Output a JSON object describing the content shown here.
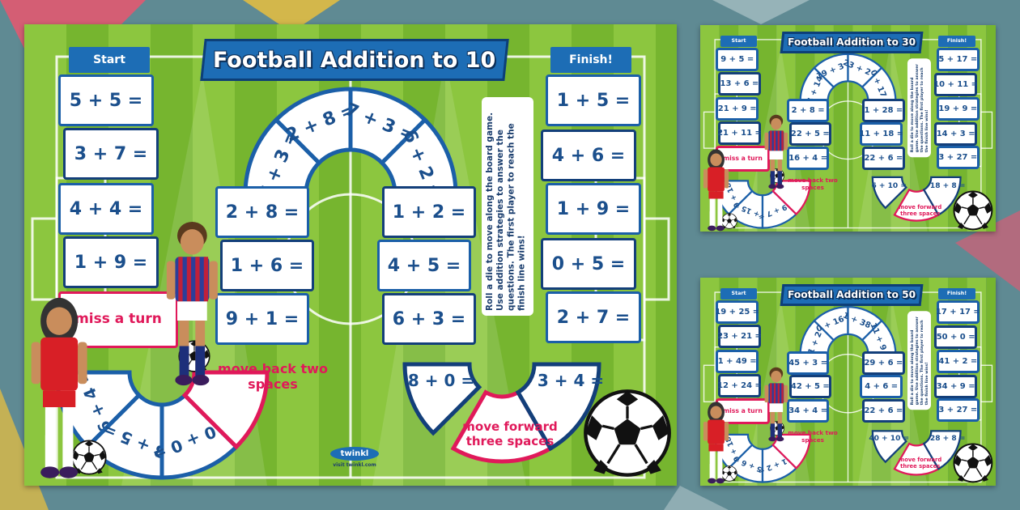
{
  "boards": [
    {
      "title": "Football Addition to 10",
      "start_label": "Start",
      "finish_label": "Finish!",
      "left_column": [
        "5 + 5 =",
        "3 + 7 =",
        "4 + 4 =",
        "1 + 9 ="
      ],
      "miss_turn": "miss a turn",
      "bottom_left_arc": [
        "6 + 4 =",
        "3 + 5 =",
        "10 + 0 ="
      ],
      "move_back": "move back two spaces",
      "middle_left_column": [
        "2 + 8 =",
        "1 + 6 =",
        "9 + 1 ="
      ],
      "top_arc": [
        "7 + 3 =",
        "2 + 8 =",
        "7 + 3 =",
        "6 + 2 ="
      ],
      "middle_right_column": [
        "1 + 2 =",
        "4 + 5 =",
        "6 + 3 ="
      ],
      "bottom_right_arc": [
        "8 + 0 =",
        "3 + 4 ="
      ],
      "move_forward": "move forward three spaces",
      "right_column": [
        "1 + 5 =",
        "4 + 6 =",
        "1 + 9 =",
        "0 + 5 =",
        "2 + 7 ="
      ],
      "instructions": "Roll a die to move along the board game. Use addition strategies to answer the questions. The first player to reach the finish line wins!",
      "logo_text": "twinkl",
      "logo_url": "visit twinkl.com"
    },
    {
      "title": "Football Addition to 30",
      "start_label": "Start",
      "finish_label": "Finish!",
      "left_column": [
        "9 + 5 =",
        "13 + 6 =",
        "21 + 9 =",
        "21 + 11 ="
      ],
      "miss_turn": "miss a turn",
      "bottom_left_arc": [
        "10 + 18 =",
        "5 + 15 =",
        "19 + 7 ="
      ],
      "move_back": "move back two spaces",
      "middle_left_column": [
        "2 + 8 =",
        "22 + 5 =",
        "16 + 4 ="
      ],
      "top_arc": [
        "14 + 14 =",
        "19 + 3 =",
        "23 + 2 =",
        "0 + 17 ="
      ],
      "middle_right_column": [
        "1 + 28 =",
        "11 + 18 =",
        "22 + 6 ="
      ],
      "bottom_right_arc": [
        "6 + 10 =",
        "18 + 8 ="
      ],
      "move_forward": "move forward three spaces",
      "right_column": [
        "5 + 17 =",
        "10 + 11 =",
        "19 + 9 =",
        "14 + 3 =",
        "3 + 27 ="
      ],
      "instructions": "Roll a die to move along the board game. Use addition strategies to answer the questions. The first player to reach the finish line wins!"
    },
    {
      "title": "Football Addition to 50",
      "start_label": "Start",
      "finish_label": "Finish!",
      "left_column": [
        "19 + 25 =",
        "23 + 21 =",
        "1 + 49 =",
        "12 + 24 ="
      ],
      "miss_turn": "miss a turn",
      "bottom_left_arc": [
        "10 + 18 =",
        "15 + 6 =",
        "11 + 2 ="
      ],
      "move_back": "move back two spaces",
      "middle_left_column": [
        "45 + 3 =",
        "42 + 5 =",
        "34 + 4 ="
      ],
      "top_arc": [
        "31 + 2 =",
        "0 + 16 =",
        "1 + 38 =",
        "11 + 9 ="
      ],
      "middle_right_column": [
        "29 + 6 =",
        "4 + 6 =",
        "22 + 6 ="
      ],
      "bottom_right_arc": [
        "40 + 10 =",
        "28 + 8 ="
      ],
      "move_forward": "move forward three spaces",
      "right_column": [
        "17 + 17 =",
        "50 + 0 =",
        "41 + 2 =",
        "34 + 9 =",
        "3 + 27 ="
      ],
      "instructions": "Roll a die to move along the board game. Use addition strategies to answer the questions. The first player to reach the finish line wins!"
    }
  ],
  "colors": {
    "background": "#5f8a93",
    "grass_light": "#8cc63f",
    "grass_dark": "#76b52f",
    "square_border": "#1b5fa8",
    "text_blue": "#1b4f8c",
    "special_pink": "#e0195a",
    "banner_blue": "#1d6db5"
  }
}
